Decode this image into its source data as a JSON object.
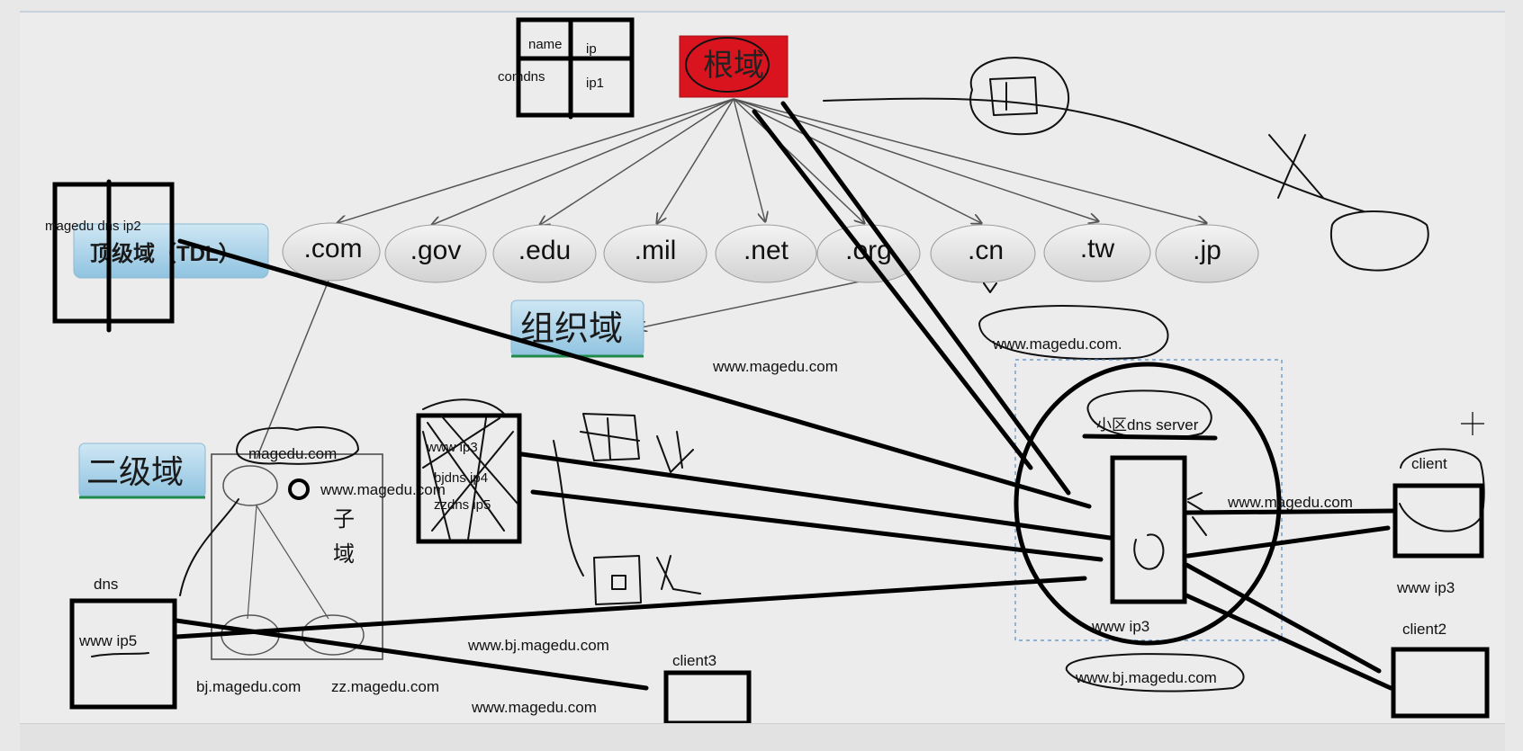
{
  "root": {
    "label": "根域",
    "fill": "#d9141e"
  },
  "name_table": {
    "col1": "name",
    "col2": "ip",
    "row1": "comdns",
    "row2": "ip1"
  },
  "tlds": [
    ".com",
    ".gov",
    ".edu",
    ".mil",
    ".net",
    ".org",
    ".cn",
    ".tw",
    ".jp"
  ],
  "tld_box": {
    "label": "magedu dns ip2"
  },
  "banners": {
    "tld": "顶级域（TDL）",
    "org": "组织域",
    "second": "二级域"
  },
  "magedu_box": {
    "title": "magedu.com",
    "www": "www.magedu.com",
    "sub1": "子",
    "sub2": "域",
    "bj": "bj.magedu.com",
    "zz": "zz.magedu.com"
  },
  "zone_table": {
    "line1": "www  ip3",
    "line2": "bjdns ip4",
    "line3": "zzdns ip5"
  },
  "dns_box": {
    "title": "dns",
    "entry": "www  ip5"
  },
  "local_dns": {
    "label": "小区dns server",
    "top_label": "www.magedu.com.",
    "bottom": "www ip3",
    "below": "www.bj.magedu.com"
  },
  "free_text": {
    "www_center": "www.magedu.com",
    "www_bj": "www.bj.magedu.com",
    "www_bottom": "www.magedu.com",
    "client_arrow": "www.magedu.com"
  },
  "clients": {
    "client1": "client",
    "client1_note": "www  ip3",
    "client2": "client2",
    "client3": "client3"
  },
  "colors": {
    "banner": "#a9d3ea",
    "ellipse": "#dcdcdc",
    "root": "#d9141e"
  }
}
